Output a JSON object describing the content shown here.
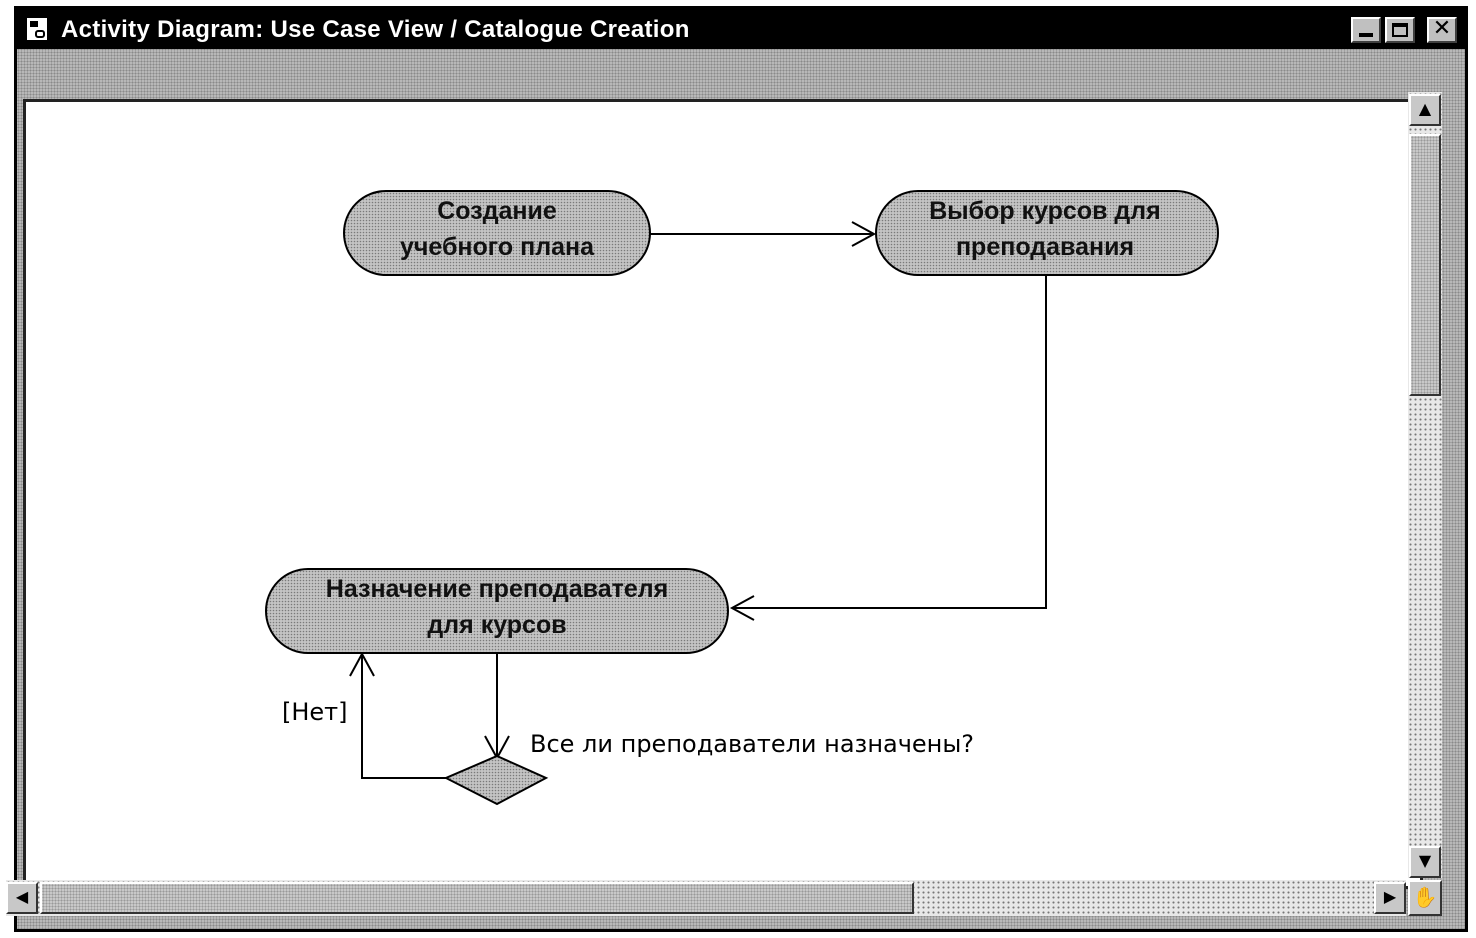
{
  "window": {
    "title": "Activity Diagram: Use Case View / Catalogue Creation"
  },
  "diagram": {
    "activities": [
      {
        "id": "create-plan",
        "line1": "Создание",
        "line2": "учебного плана"
      },
      {
        "id": "select-courses",
        "line1": "Выбор курсов для",
        "line2": "преподавания"
      },
      {
        "id": "assign-teacher",
        "line1": "Назначение преподавателя",
        "line2": "для курсов"
      }
    ],
    "decision_label": "Все ли преподаватели назначены?",
    "guard_no": "[Нет]"
  },
  "icons": {
    "app": "activity-diagram-icon",
    "minimize": "minimize-icon",
    "maximize": "maximize-icon",
    "close": "close-icon",
    "hand": "hand-pan-icon"
  },
  "colors": {
    "activity_fill": "#b4b4b4",
    "titlebar": "#000000",
    "canvas": "#ffffff"
  }
}
